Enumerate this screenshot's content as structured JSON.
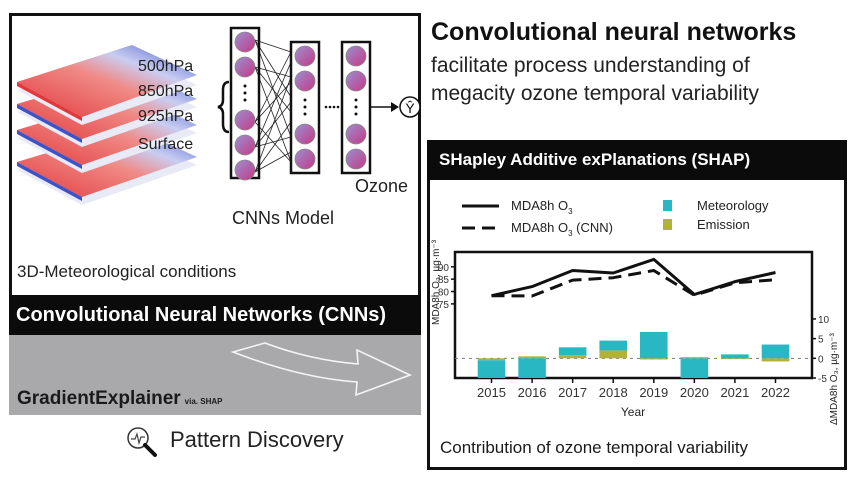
{
  "left_panel": {
    "pressure_levels": [
      "500hPa",
      "850hPa",
      "925hPa",
      "Surface"
    ],
    "model_label": "CNNs Model",
    "output_label": "Ozone",
    "output_symbol": "Ŷ",
    "input_caption": "3D-Meteorological conditions",
    "band_title": "Convolutional Neural Networks (CNNs)",
    "explainer_label": "GradientExplainer",
    "explainer_via": "via. SHAP",
    "discovery_label": "Pattern Discovery",
    "icons": [
      "weather-map-stack-icon",
      "neural-network-icon",
      "curved-arrow-icon",
      "magnifier-signal-icon"
    ]
  },
  "headline": {
    "title": "Convolutional neural networks",
    "subtitle_line1": "facilitate process understanding of",
    "subtitle_line2": "megacity ozone temporal variability"
  },
  "shap_panel": {
    "band_title": "SHapley Additive exPlanations (SHAP)",
    "caption": "Contribution of ozone temporal variability"
  },
  "colors": {
    "meteorology": "#2ab7c4",
    "emission": "#b2b23a",
    "band_dark": "#0b0b0b",
    "band_gray": "#a9a9ab",
    "neuron_top": "#9c8fd0",
    "neuron_bottom": "#c43a86"
  },
  "chart_data": {
    "type": "line+bar",
    "x": [
      2015,
      2016,
      2017,
      2018,
      2019,
      2020,
      2021,
      2022
    ],
    "xlabel": "Year",
    "ylabel_left": "MDA8h O₃, µg·m⁻³",
    "ylabel_right": "ΔMDA8h O₃, µg·m⁻³",
    "yticks_left": [
      75,
      80,
      85,
      90
    ],
    "yticks_right": [
      -5,
      0,
      5,
      10
    ],
    "ylim_left": [
      45,
      96
    ],
    "ylim_right": [
      -5,
      27
    ],
    "legend": [
      {
        "name": "MDA8h O",
        "sub": "3",
        "suffix": "",
        "style": "solid-line"
      },
      {
        "name": "MDA8h O",
        "sub": "3",
        "suffix": " (CNN)",
        "style": "dashed-line"
      },
      {
        "name": "Meteorology",
        "style": "swatch",
        "color": "#2ab7c4"
      },
      {
        "name": "Emission",
        "style": "swatch",
        "color": "#b2b23a"
      }
    ],
    "series": [
      {
        "name": "MDA8h O3",
        "axis": "left",
        "kind": "line",
        "dash": false,
        "values": [
          78.3,
          82.0,
          88.5,
          87.5,
          93.0,
          78.8,
          84.0,
          87.7
        ]
      },
      {
        "name": "MDA8h O3 (CNN)",
        "axis": "left",
        "kind": "line",
        "dash": true,
        "values": [
          78.3,
          78.2,
          84.6,
          85.6,
          88.5,
          78.5,
          83.5,
          84.8
        ]
      },
      {
        "name": "Meteorology",
        "axis": "right",
        "kind": "bar",
        "values": [
          -4.5,
          -5.0,
          2.0,
          2.5,
          6.7,
          -5.0,
          1.0,
          3.5
        ]
      },
      {
        "name": "Emission",
        "axis": "right",
        "kind": "bar",
        "values": [
          -0.5,
          0.5,
          0.8,
          2.0,
          -0.3,
          0.3,
          0.0,
          -0.8
        ]
      }
    ]
  }
}
